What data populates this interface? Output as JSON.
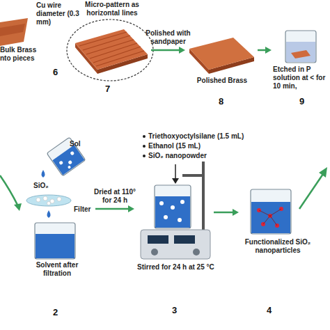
{
  "diagram": {
    "nodes": [
      {
        "text": [
          "Bulk Brass nto pieces",
          "6"
        ]
      },
      {
        "text": [
          "Micro-pattern as horizontal lines",
          "7"
        ]
      },
      {
        "text": [
          "Polished Brass",
          "8"
        ]
      },
      {
        "text": [
          "Etched in P solution at < for 10 min,",
          "9"
        ]
      },
      {
        "text": [
          "Sol",
          "SiO₂",
          "Filter",
          "Solvent after filtration",
          "2"
        ]
      },
      {
        "text": [
          "Triethoxyoctylsilane (1.5 mL)",
          "Ethanol (15 mL)",
          "SiO₂ nanopowder",
          "Stirred for 24 h at 25 °C",
          "3"
        ]
      },
      {
        "text": [
          "Functionalized SiO₂ nanoparticles",
          "4"
        ]
      }
    ],
    "edges": [
      {
        "from": 1,
        "to": 2,
        "label": "Polished with sandpaper",
        "arrow": "to"
      },
      {
        "from": 2,
        "to": 3,
        "arrow": "to"
      },
      {
        "from": 4,
        "to": 5,
        "label": "Dried at 110° for 24 h",
        "arrow": "to"
      },
      {
        "from": 5,
        "to": 6,
        "arrow": "to"
      }
    ],
    "labels": [
      "Cu wire diameter (0.3 mm)"
    ]
  }
}
